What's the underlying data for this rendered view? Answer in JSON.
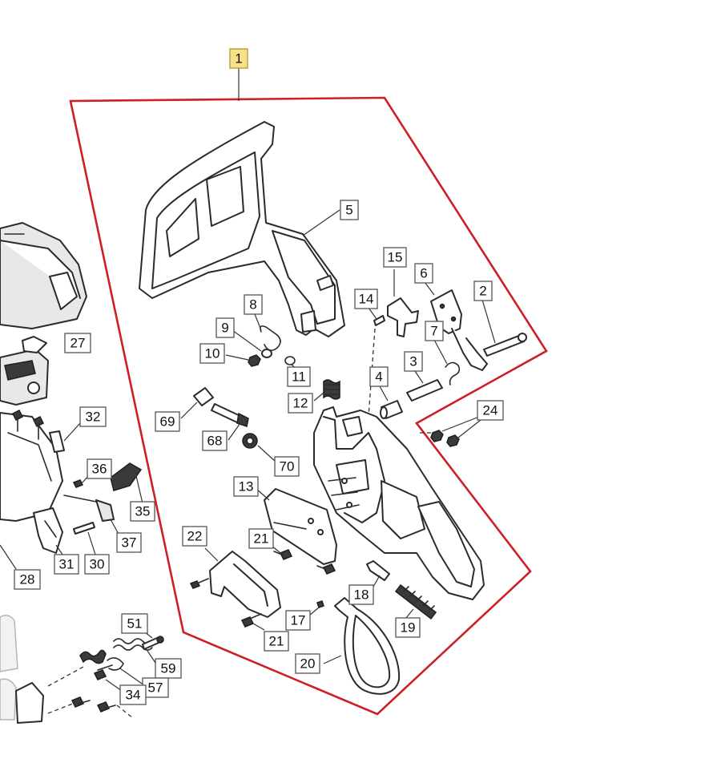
{
  "assembly": {
    "label": "1",
    "highlight_color": "#cc1f26",
    "label_bg_color": "#f7e08a"
  },
  "callouts": {
    "c2": "2",
    "c3": "3",
    "c4": "4",
    "c5": "5",
    "c6": "6",
    "c7": "7",
    "c8": "8",
    "c9": "9",
    "c10": "10",
    "c11": "11",
    "c12": "12",
    "c13": "13",
    "c14": "14",
    "c15": "15",
    "c17": "17",
    "c18": "18",
    "c19": "19",
    "c20": "20",
    "c21a": "21",
    "c21b": "21",
    "c22": "22",
    "c24": "24",
    "c27": "27",
    "c28": "28",
    "c30": "30",
    "c31": "31",
    "c32": "32",
    "c34": "34",
    "c35": "35",
    "c36": "36",
    "c37": "37",
    "c51": "51",
    "c57": "57",
    "c59": "59",
    "c68": "68",
    "c69": "69",
    "c70": "70"
  }
}
